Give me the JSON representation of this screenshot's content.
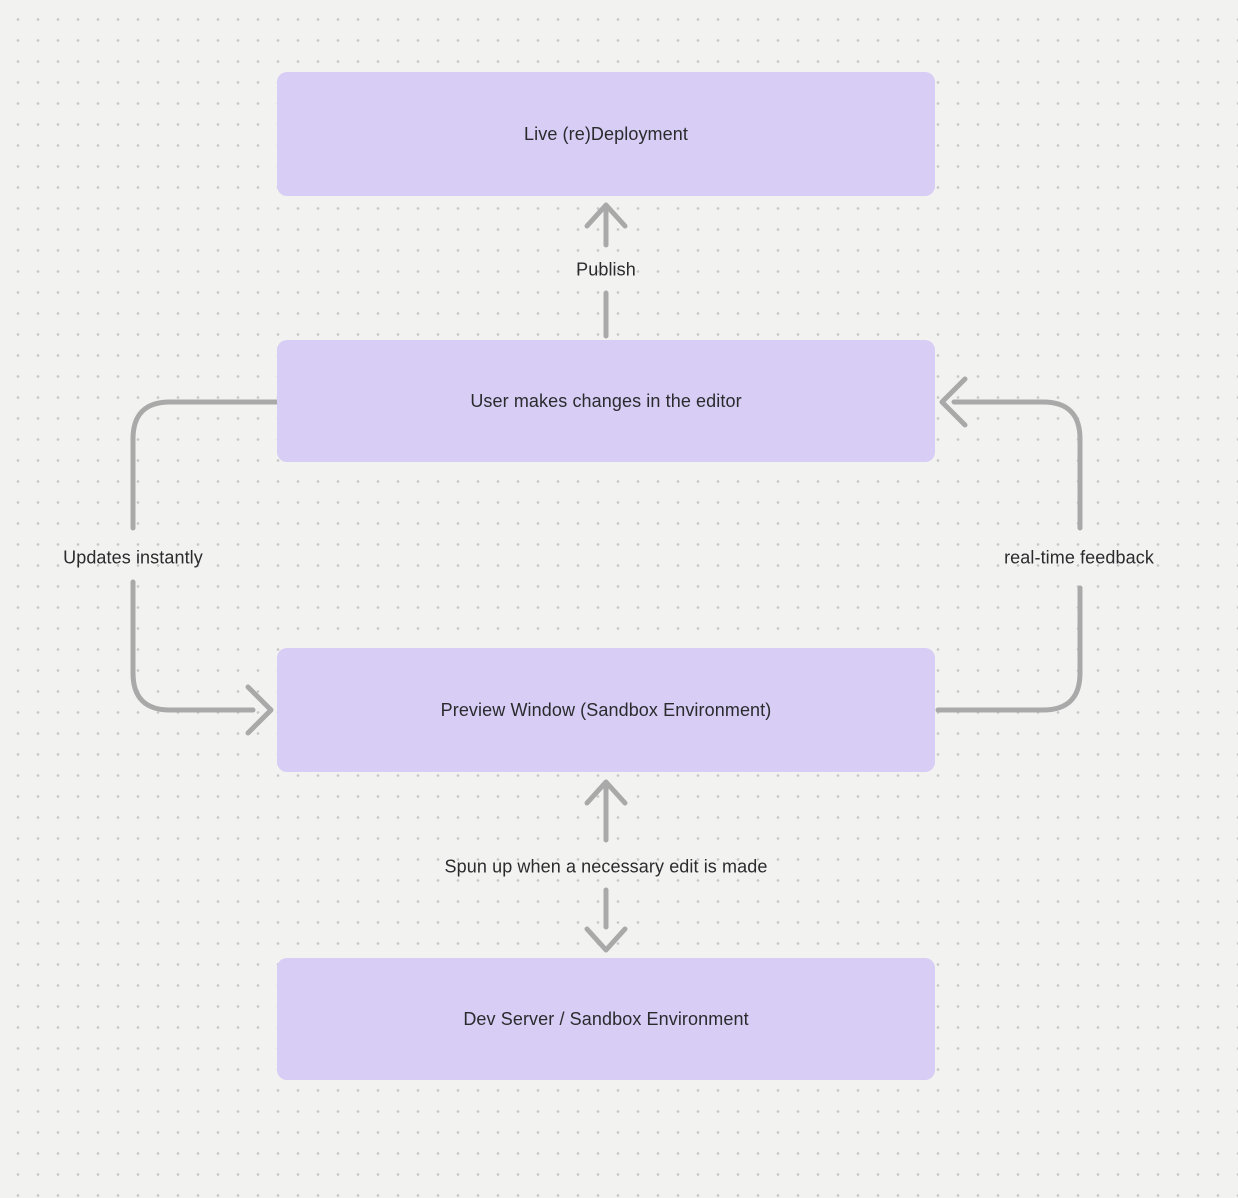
{
  "diagram": {
    "title": "editor-preview-deployment-flow",
    "colors": {
      "background": "#f2f2f1",
      "dot": "#c7c7c7",
      "node_fill": "#d7cdf5",
      "text": "#2b2b2e",
      "connector": "#a9a9a9"
    },
    "nodes": [
      {
        "id": "live-deployment",
        "label": "Live (re)Deployment"
      },
      {
        "id": "user-editor",
        "label": "User makes changes in the editor"
      },
      {
        "id": "preview-window",
        "label": "Preview Window (Sandbox Environment)"
      },
      {
        "id": "dev-server",
        "label": "Dev Server / Sandbox Environment"
      }
    ],
    "edges": [
      {
        "id": "publish",
        "label": "Publish",
        "from": "user-editor",
        "to": "live-deployment",
        "direction": "up"
      },
      {
        "id": "updates-instantly",
        "label": "Updates instantly",
        "from": "user-editor",
        "to": "preview-window",
        "direction": "left-loop"
      },
      {
        "id": "real-time-feedback",
        "label": "real-time feedback",
        "from": "preview-window",
        "to": "user-editor",
        "direction": "right-loop"
      },
      {
        "id": "spun-up",
        "label": "Spun up when a necessary edit is made",
        "from": "preview-window",
        "to": "dev-server",
        "direction": "both"
      }
    ]
  }
}
